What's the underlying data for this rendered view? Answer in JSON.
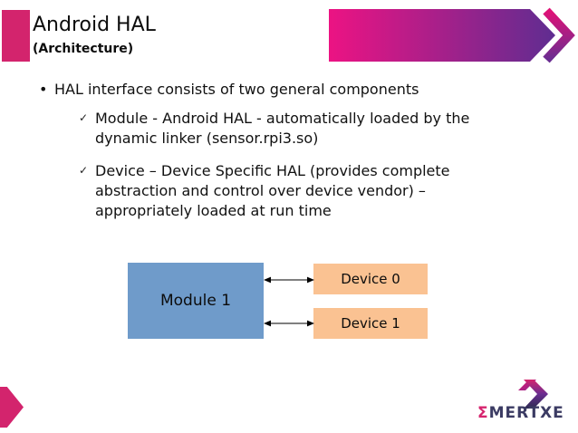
{
  "slide": {
    "title": "Android HAL",
    "subtitle": "(Architecture)"
  },
  "bullets": {
    "bullet_glyph": "•",
    "check_glyph": "✓",
    "main": "HAL interface consists of two general components",
    "sub1": "Module - Android HAL - automatically loaded by the\ndynamic linker (sensor.rpi3.so)",
    "sub2": "Device – Device Specific HAL (provides complete\nabstraction and control over device vendor) –\nappropriately loaded at run time"
  },
  "diagram": {
    "module_label": "Module 1",
    "device0_label": "Device 0",
    "device1_label": "Device 1"
  },
  "logo": {
    "sigma": "Σ",
    "name": "MERTXE"
  },
  "colors": {
    "accent_pink": "#d3246d",
    "banner_pink": "#ec1383",
    "banner_purple": "#5f2d91",
    "module_blue": "#6f9bca",
    "device_orange": "#fac292",
    "arrow_black": "#000000",
    "logo_pink": "#d6246e",
    "logo_navy": "#3b3b63",
    "text_black": "#0d0d0d"
  }
}
